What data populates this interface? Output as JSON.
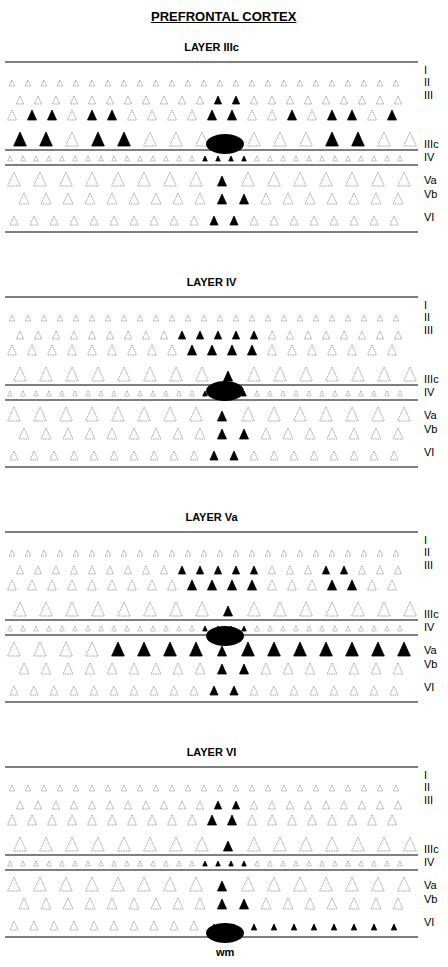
{
  "diagram": {
    "title": "PREFRONTAL CORTEX",
    "nodes": [
      {
        "text": [
          "LAYER IIIc"
        ]
      },
      {
        "text": [
          "LAYER IV"
        ]
      },
      {
        "text": [
          "LAYER Va"
        ]
      },
      {
        "text": [
          "LAYER VI"
        ]
      }
    ],
    "labels": [
      "I",
      "II",
      "III",
      "IIIc",
      "IV",
      "Va",
      "Vb",
      "VI",
      "I",
      "II",
      "III",
      "IIIc",
      "IV",
      "Va",
      "Vb",
      "VI",
      "I",
      "II",
      "III",
      "IIIc",
      "IV",
      "Va",
      "Vb",
      "VI",
      "I",
      "II",
      "III",
      "IIIc",
      "IV",
      "Va",
      "Vb",
      "VI",
      "wm"
    ]
  }
}
